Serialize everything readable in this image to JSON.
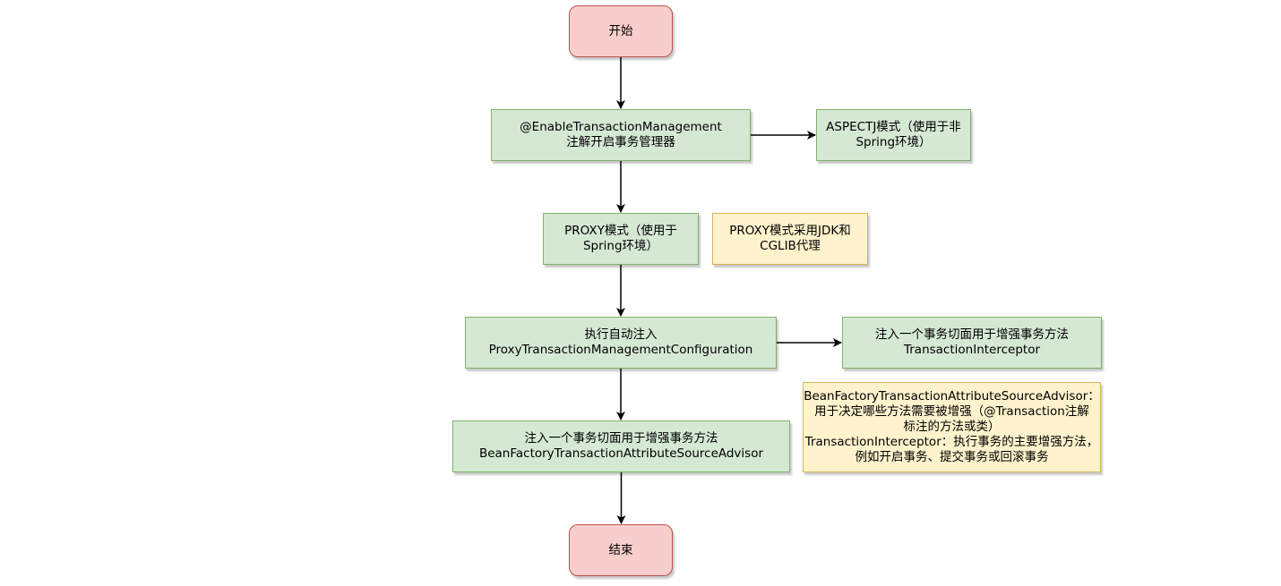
{
  "diagram": {
    "nodes": {
      "start": {
        "text": "开始",
        "style": "terminal"
      },
      "enable_tx": {
        "text": "@EnableTransactionManagement\n注解开启事务管理器",
        "style": "process"
      },
      "aspectj_mode": {
        "text": "ASPECTJ模式（使用于非\nSpring环境）",
        "style": "process"
      },
      "proxy_mode": {
        "text": "PROXY模式（使用于\nSpring环境）",
        "style": "process"
      },
      "proxy_note": {
        "text": "PROXY模式采用JDK和\nCGLIB代理",
        "style": "note"
      },
      "auto_inject": {
        "text": "执行自动注入\nProxyTransactionManagementConfiguration",
        "style": "process"
      },
      "inject_interceptor": {
        "text": "注入一个事务切面用于增强事务方法\nTransactionInterceptor",
        "style": "process"
      },
      "inject_advisor": {
        "text": "注入一个事务切面用于增强事务方法\nBeanFactoryTransactionAttributeSourceAdvisor",
        "style": "process"
      },
      "advisor_note": {
        "text": "BeanFactoryTransactionAttributeSourceAdvisor：\n用于决定哪些方法需要被增强（@Transaction注解\n标注的方法或类）\nTransactionInterceptor：执行事务的主要增强方法，\n例如开启事务、提交事务或回滚事务",
        "style": "note"
      },
      "end": {
        "text": "结束",
        "style": "terminal"
      }
    },
    "edges": [
      {
        "from": "start",
        "to": "enable_tx"
      },
      {
        "from": "enable_tx",
        "to": "aspectj_mode"
      },
      {
        "from": "enable_tx",
        "to": "proxy_mode"
      },
      {
        "from": "proxy_mode",
        "to": "auto_inject"
      },
      {
        "from": "auto_inject",
        "to": "inject_interceptor"
      },
      {
        "from": "auto_inject",
        "to": "inject_advisor"
      },
      {
        "from": "inject_advisor",
        "to": "end"
      }
    ],
    "colors": {
      "terminal_fill": "#f8cecc",
      "terminal_stroke": "#b85450",
      "process_fill": "#d5e8d4",
      "process_stroke": "#82b366",
      "note_fill": "#fff2cc",
      "note_stroke": "#d6b656",
      "edge": "#000000"
    }
  }
}
